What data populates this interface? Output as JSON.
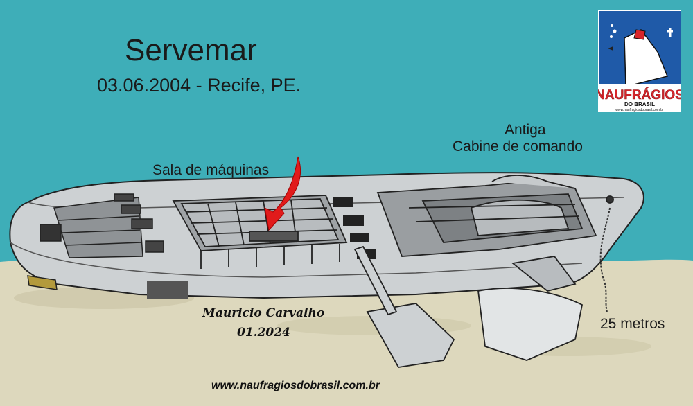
{
  "title": "Servemar",
  "subtitle": "03.06.2004 - Recife, PE.",
  "labels": {
    "engine_room": "Sala de máquinas",
    "cabin_line1": "Antiga",
    "cabin_line2": "Cabine de comando",
    "length": "25 metros"
  },
  "signature": {
    "author": "Mauricio Carvalho",
    "date": "01.2024"
  },
  "website": "www.naufragiosdobrasil.com.br",
  "logo": {
    "name": "NAUFRÁGIOS",
    "sub": "DO BRASIL",
    "url": "www.naufragiosdobrasil.com.br"
  },
  "colors": {
    "water": "#3eaeb8",
    "sand": "#ddd8bd",
    "hull": "#cdd1d3",
    "arrow": "#e11b1b",
    "logo_red": "#d8262b",
    "logo_blue": "#1f5aa8"
  }
}
